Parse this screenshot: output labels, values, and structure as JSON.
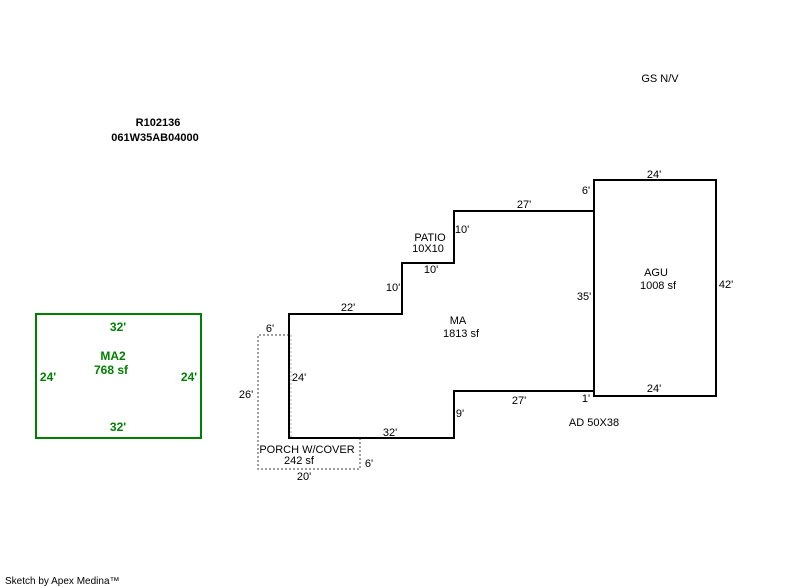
{
  "header": {
    "parcel_id": "R102136",
    "map_number": "061W35AB04000",
    "note": "GS N/V"
  },
  "footer": {
    "credit": "Sketch by Apex Medina™"
  },
  "areas": {
    "ma": {
      "label": "MA",
      "area": "1813 sf",
      "dims": [
        "22'",
        "10'",
        "10'",
        "10'",
        "27'",
        "35'",
        "27'",
        "9'",
        "32'",
        "24'"
      ]
    },
    "patio": {
      "label": "PATIO",
      "size": "10X10"
    },
    "agu": {
      "label": "AGU",
      "area": "1008 sf",
      "dims": [
        "24'",
        "42'",
        "24'",
        "6'",
        "1'"
      ],
      "note": "AD 50X38"
    },
    "porch": {
      "label": "PORCH W/COVER",
      "area": "242 sf",
      "dims": [
        "6'",
        "26'",
        "20'",
        "6'"
      ]
    },
    "ma2": {
      "label": "MA2",
      "area": "768 sf",
      "dims": [
        "32'",
        "24'",
        "24'",
        "32'"
      ]
    }
  },
  "colors": {
    "outline": "#000000",
    "ma2": "#008000",
    "porch": "#808080"
  }
}
